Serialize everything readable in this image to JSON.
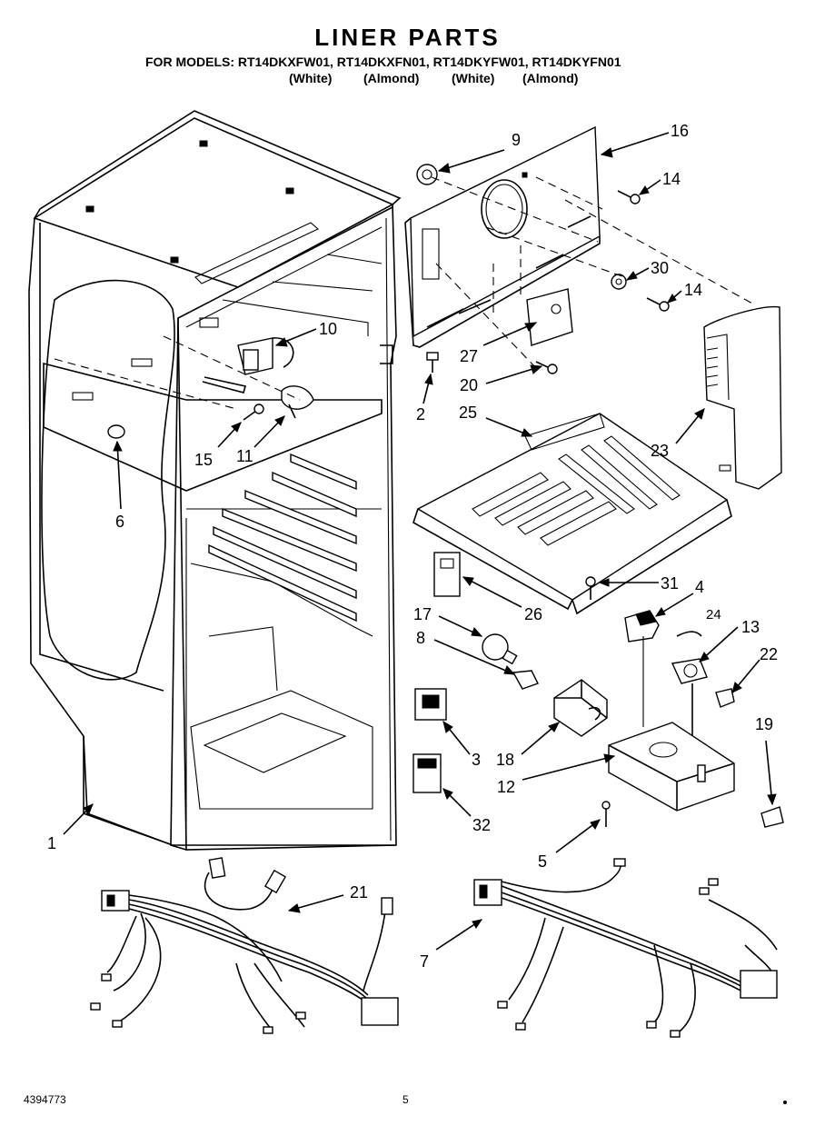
{
  "header": {
    "title": "LINER PARTS",
    "models_line": "FOR MODELS: RT14DKXFW01, RT14DKXFN01, RT14DKYFW01, RT14DKYFN01",
    "finishes": [
      "(White)",
      "(Almond)",
      "(White)",
      "(Almond)"
    ]
  },
  "callouts": [
    "9",
    "16",
    "14",
    "30",
    "14",
    "10",
    "27",
    "20",
    "2",
    "15",
    "11",
    "6",
    "25",
    "23",
    "31",
    "4",
    "26",
    "17",
    "24",
    "13",
    "8",
    "22",
    "3",
    "18",
    "19",
    "12",
    "32",
    "5",
    "1",
    "21",
    "7"
  ],
  "footer": {
    "doc_number": "4394773",
    "page_number": "5"
  }
}
